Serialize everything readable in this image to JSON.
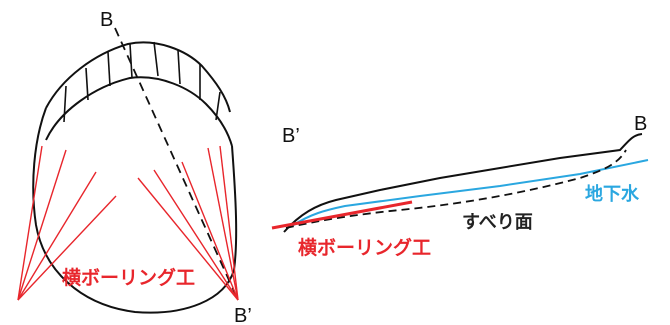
{
  "plan_view": {
    "label_top": "B",
    "label_bottom": "B’",
    "drain_label": "横ボーリング工"
  },
  "section_view": {
    "label_left": "B’",
    "label_right": "B",
    "groundwater_label": "地下水",
    "slip_surface_label": "すべり面",
    "drain_label": "横ボーリング工"
  },
  "colors": {
    "outline": "#111111",
    "drain": "#e8262c",
    "groundwater": "#2aa7e0",
    "label_dark": "#222222"
  }
}
